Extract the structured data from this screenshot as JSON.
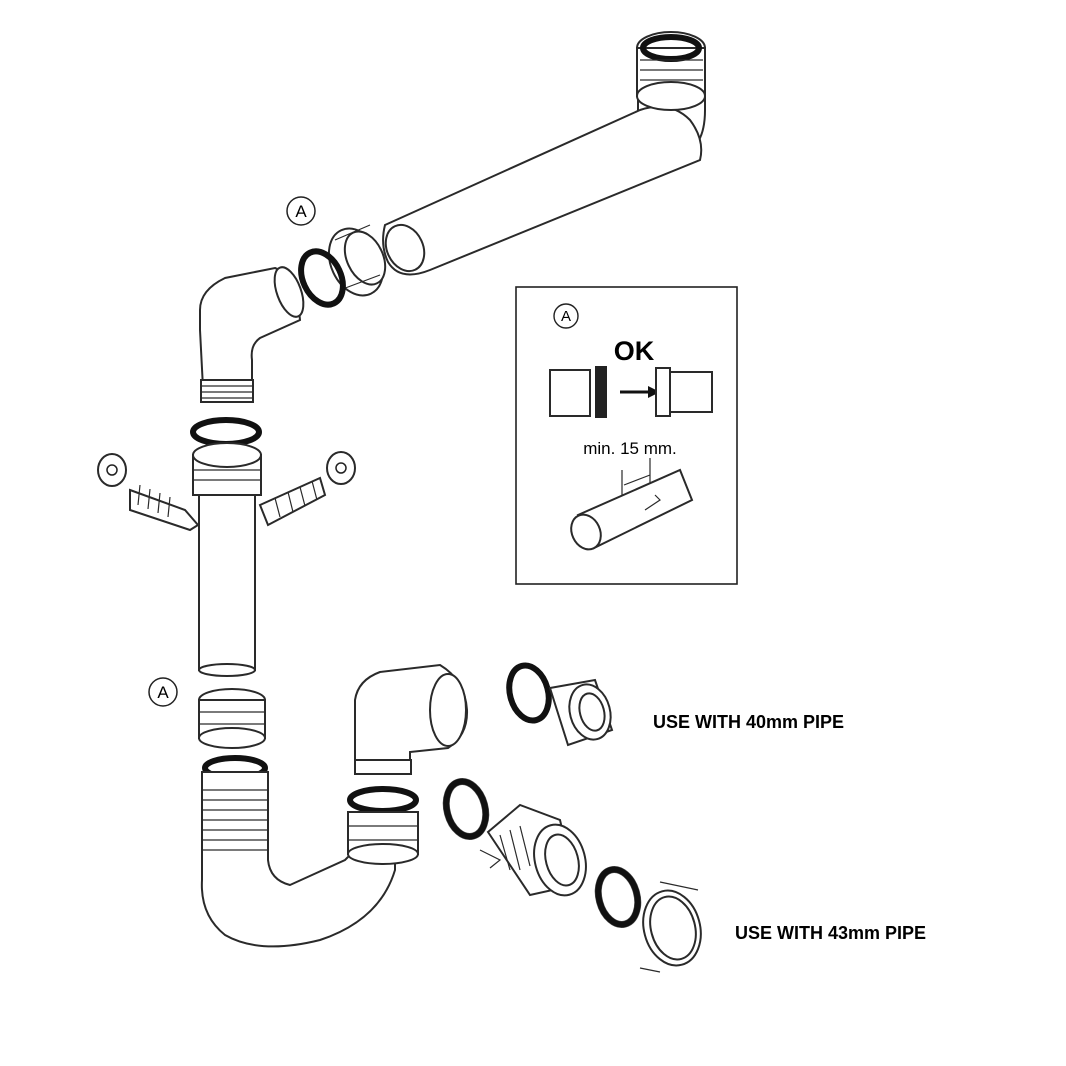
{
  "callouts": {
    "top_joint": "A",
    "bottom_joint": "A",
    "inset": "A"
  },
  "inset": {
    "ok_label": "OK",
    "measure_label": "min. 15 mm."
  },
  "labels": {
    "pipe_40": "USE WITH 40mm PIPE",
    "pipe_43": "USE WITH 43mm PIPE"
  },
  "colors": {
    "line": "#2a2a2a",
    "seal": "#111111",
    "background": "#ffffff"
  }
}
